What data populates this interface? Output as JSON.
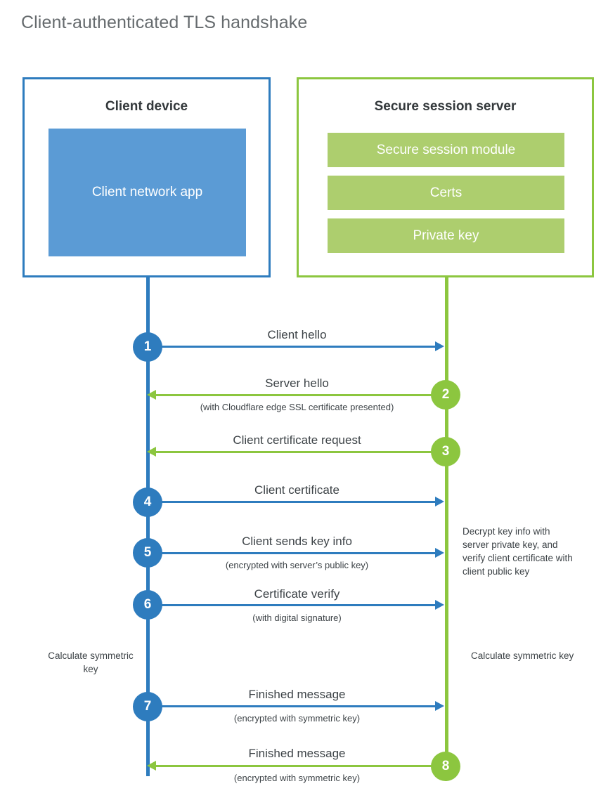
{
  "title": "Client-authenticated TLS handshake",
  "colors": {
    "client_blue": "#2e7cbe",
    "client_app_blue": "#5b9bd5",
    "server_green": "#8cc63f",
    "server_bar_green": "#adce6e",
    "text": "#3d4347",
    "title_text": "#666b6e",
    "background": "#ffffff"
  },
  "client": {
    "title": "Client device",
    "app_label": "Client network app"
  },
  "server": {
    "title": "Secure session server",
    "bars": [
      {
        "label": "Secure session module"
      },
      {
        "label": "Certs"
      },
      {
        "label": "Private key"
      }
    ]
  },
  "steps": [
    {
      "number": "1",
      "label": "Client hello",
      "sub": "",
      "direction": "client-to-server",
      "color": "blue"
    },
    {
      "number": "2",
      "label": "Server hello",
      "sub": "(with Cloudflare edge SSL certificate presented)",
      "direction": "server-to-client",
      "color": "green"
    },
    {
      "number": "3",
      "label": "Client certificate request",
      "sub": "",
      "direction": "server-to-client",
      "color": "green"
    },
    {
      "number": "4",
      "label": "Client certificate",
      "sub": "",
      "direction": "client-to-server",
      "color": "blue"
    },
    {
      "number": "5",
      "label": "Client sends key info",
      "sub": "(encrypted with server’s public key)",
      "direction": "client-to-server",
      "color": "blue"
    },
    {
      "number": "6",
      "label": "Certificate verify",
      "sub": "(with digital signature)",
      "direction": "client-to-server",
      "color": "blue"
    },
    {
      "number": "7",
      "label": "Finished message",
      "sub": "(encrypted with symmetric key)",
      "direction": "client-to-server",
      "color": "blue"
    },
    {
      "number": "8",
      "label": "Finished message",
      "sub": "(encrypted with symmetric key)",
      "direction": "server-to-client",
      "color": "green"
    }
  ],
  "notes": {
    "server_decrypt": "Decrypt key info with server private key, and verify client certificate with client public key",
    "client_calculate": "Calculate symmetric key",
    "server_calculate": "Calculate symmetric key"
  }
}
